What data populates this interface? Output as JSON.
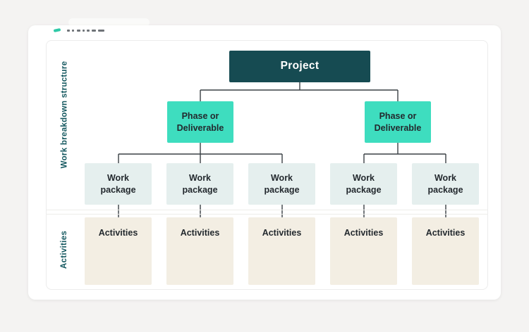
{
  "page": {
    "background_color": "#f4f3f2",
    "card_color": "#ffffff"
  },
  "top_fragment": {
    "icon": "check-fragment-icon",
    "icon_color": "#2ec9a7",
    "text_legible": false
  },
  "diagram": {
    "type": "tree",
    "side_labels": [
      {
        "label": "Work breakdown structure"
      },
      {
        "label": "Activities"
      }
    ],
    "project": {
      "label": "Project",
      "fill": "#164b52",
      "text_color": "#ffffff"
    },
    "phases": [
      {
        "label": "Phase or Deliverable"
      },
      {
        "label": "Phase or Deliverable"
      }
    ],
    "phase_fill": "#3eddbf",
    "work_packages": [
      {
        "label": "Work package"
      },
      {
        "label": "Work package"
      },
      {
        "label": "Work package"
      },
      {
        "label": "Work package"
      },
      {
        "label": "Work package"
      }
    ],
    "work_package_fill": "#e5efee",
    "activities": [
      {
        "label": "Activities"
      },
      {
        "label": "Activities"
      },
      {
        "label": "Activities"
      },
      {
        "label": "Activities"
      },
      {
        "label": "Activities"
      }
    ],
    "activities_fill": "#f3eee3",
    "connector_color": "#3a4045",
    "side_label_color": "#175a61",
    "structure": {
      "left_phase_children": 3,
      "right_phase_children": 2,
      "each_work_package_has_activity": true
    }
  }
}
